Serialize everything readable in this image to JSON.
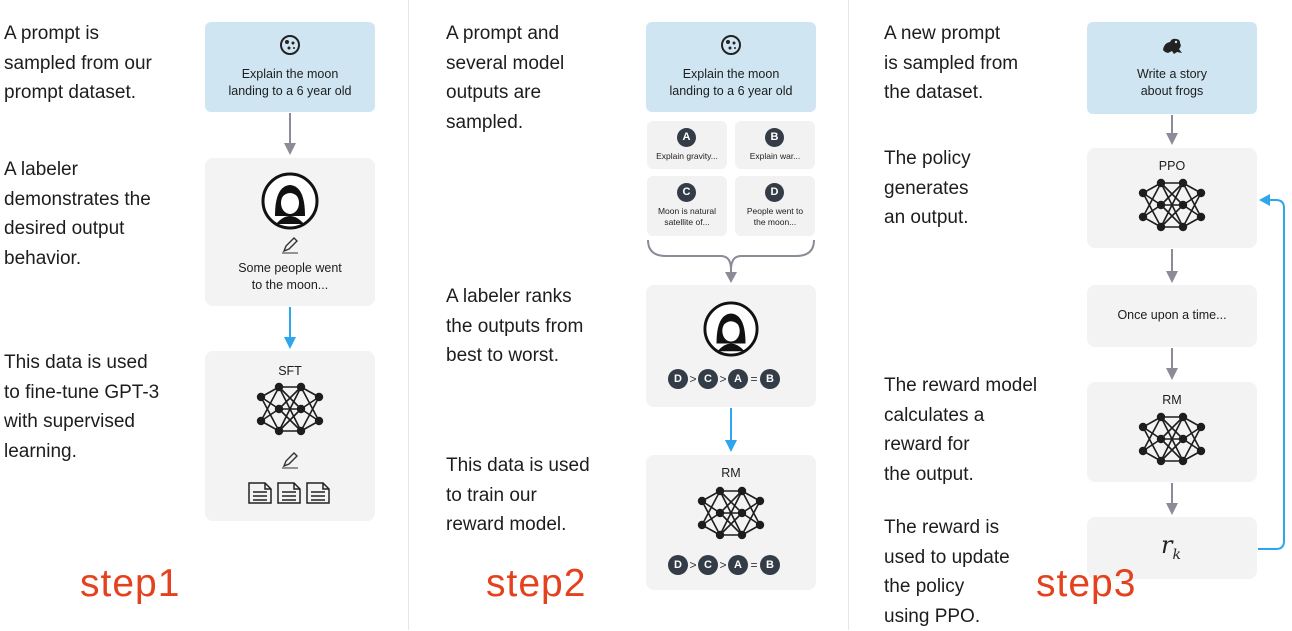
{
  "step1": {
    "left_texts": [
      "A prompt is\nsampled from our\nprompt dataset.",
      "A labeler\ndemonstrates the\ndesired output\nbehavior.",
      "This data is used\nto fine-tune GPT-3\nwith supervised\nlearning."
    ],
    "prompt_text": "Explain the moon\nlanding to a 6 year old",
    "demo_text": "Some people went\nto the moon...",
    "model_label": "SFT",
    "step_label": "step1"
  },
  "step2": {
    "left_texts": [
      "A prompt and\nseveral model\noutputs are\nsampled.",
      "A labeler ranks\nthe outputs from\nbest to worst.",
      "This data is used\nto train our\nreward model."
    ],
    "prompt_text": "Explain the moon\nlanding to a 6 year old",
    "outputs": [
      {
        "letter": "A",
        "text": "Explain gravity..."
      },
      {
        "letter": "B",
        "text": "Explain war..."
      },
      {
        "letter": "C",
        "text": "Moon is natural\nsatellite of..."
      },
      {
        "letter": "D",
        "text": "People went to\nthe moon..."
      }
    ],
    "ranking": [
      "D",
      ">",
      "C",
      ">",
      "A",
      "=",
      "B"
    ],
    "model_label": "RM",
    "step_label": "step2"
  },
  "step3": {
    "left_texts": [
      "A new prompt\nis sampled from\nthe dataset.",
      "The policy\ngenerates\nan output.",
      "The reward model\ncalculates a\nreward for\nthe output.",
      "The reward is\nused to update\nthe policy\nusing PPO."
    ],
    "prompt_text": "Write a story\nabout frogs",
    "policy_label": "PPO",
    "output_text": "Once upon a time...",
    "model_label": "RM",
    "reward_symbol": "r",
    "reward_sub": "k",
    "step_label": "step3"
  },
  "colors": {
    "prompt_bg": "#cfe6f2",
    "card_bg": "#f3f3f3",
    "gray_arrow": "#8c8c99",
    "blue_arrow": "#2ea6ee",
    "step_label": "#e4421f",
    "circle_fill": "#333c47"
  },
  "icons": [
    "moon-icon",
    "labeler-avatar-icon",
    "pencil-icon",
    "document-icon",
    "neural-network-icon",
    "frog-icon"
  ]
}
